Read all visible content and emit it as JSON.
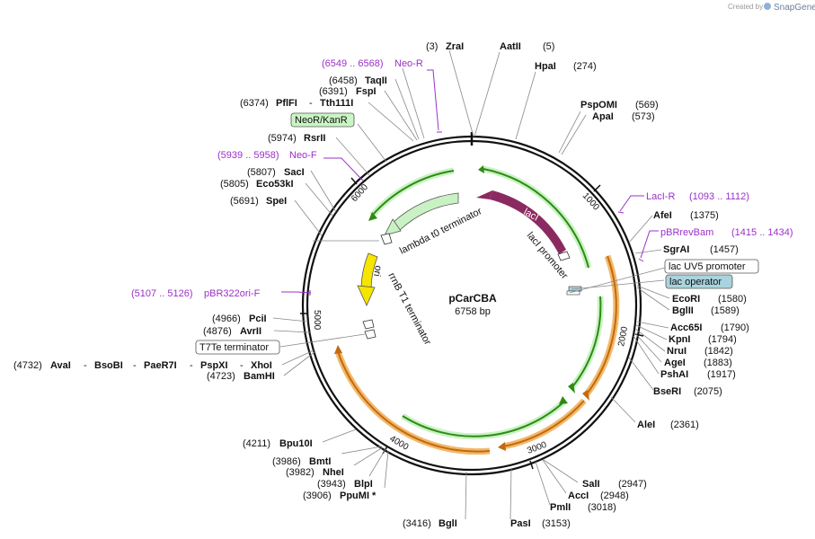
{
  "watermark": {
    "created_by": "Created by",
    "brand": "SnapGene"
  },
  "plasmid": {
    "name": "pCarCBA",
    "length_label": "6758 bp",
    "length": 6758
  },
  "colors": {
    "primer": "#9b30c9",
    "lacI": "#8b2a60",
    "lambda": "#c9f2c4",
    "ori": "#f5e500",
    "orange_arc": "#f2b96a",
    "green_arc": "#2e8b12",
    "neo_box": "#c9f5c4",
    "operator_box": "#a9d4de"
  },
  "ticks": [
    "1000",
    "2000",
    "3000",
    "4000",
    "5000",
    "6000"
  ],
  "sites": [
    {
      "name": "ZraI",
      "pos": "(3)"
    },
    {
      "name": "AatII",
      "pos": "(5)"
    },
    {
      "name": "HpaI",
      "pos": "(274)"
    },
    {
      "name": "PspOMI",
      "pos": "(569)"
    },
    {
      "name": "ApaI",
      "pos": "(573)"
    },
    {
      "name": "AfeI",
      "pos": "(1375)"
    },
    {
      "name": "SgrAI",
      "pos": "(1457)"
    },
    {
      "name": "EcoRI",
      "pos": "(1580)"
    },
    {
      "name": "BglII",
      "pos": "(1589)"
    },
    {
      "name": "Acc65I",
      "pos": "(1790)"
    },
    {
      "name": "KpnI",
      "pos": "(1794)"
    },
    {
      "name": "NruI",
      "pos": "(1842)"
    },
    {
      "name": "AgeI",
      "pos": "(1883)"
    },
    {
      "name": "PshAI",
      "pos": "(1917)"
    },
    {
      "name": "BseRI",
      "pos": "(2075)"
    },
    {
      "name": "AleI",
      "pos": "(2361)"
    },
    {
      "name": "SalI",
      "pos": "(2947)"
    },
    {
      "name": "AccI",
      "pos": "(2948)"
    },
    {
      "name": "PmlI",
      "pos": "(3018)"
    },
    {
      "name": "PasI",
      "pos": "(3153)"
    },
    {
      "name": "BglI",
      "pos": "(3416)"
    },
    {
      "name": "PpuMI *",
      "pos": "(3906)"
    },
    {
      "name": "BlpI",
      "pos": "(3943)"
    },
    {
      "name": "NheI",
      "pos": "(3982)"
    },
    {
      "name": "BmtI",
      "pos": "(3986)"
    },
    {
      "name": "Bpu10I",
      "pos": "(4211)"
    },
    {
      "name": "BamHI",
      "pos": "(4723)"
    },
    {
      "name": "AvrII",
      "pos": "(4876)"
    },
    {
      "name": "PciI",
      "pos": "(4966)"
    },
    {
      "name": "SpeI",
      "pos": "(5691)"
    },
    {
      "name": "Eco53kI",
      "pos": "(5805)"
    },
    {
      "name": "SacI",
      "pos": "(5807)"
    },
    {
      "name": "RsrII",
      "pos": "(5974)"
    },
    {
      "name": "PflFI",
      "pos": "(6374)"
    },
    {
      "name": "Tth111I",
      "pos": ""
    },
    {
      "name": "FspI",
      "pos": "(6391)"
    },
    {
      "name": "TaqII",
      "pos": "(6458)"
    }
  ],
  "multi_site": {
    "pos": "(4732)",
    "names": [
      "AvaI",
      "BsoBI",
      "PaeR7I",
      "PspXI",
      "XhoI"
    ]
  },
  "primers": [
    {
      "name": "Neo-R",
      "range": "(6549 .. 6568)"
    },
    {
      "name": "Neo-F",
      "range": "(5939 .. 5958)"
    },
    {
      "name": "LacI-R",
      "range": "(1093 .. 1112)"
    },
    {
      "name": "pBRrevBam",
      "range": "(1415 .. 1434)"
    },
    {
      "name": "pBR322ori-F",
      "range": "(5107 .. 5126)"
    }
  ],
  "boxes": {
    "neo": "NeoR/KanR",
    "lacuv5": "lac UV5 promoter",
    "lacop": "lac operator",
    "t7te": "T7Te terminator"
  },
  "features": {
    "laci": "lacI",
    "laci_promoter": "lacI promoter",
    "lambda": "lambda t0 terminator",
    "ori": "ori",
    "rrnb": "rrnB T1 terminator"
  }
}
